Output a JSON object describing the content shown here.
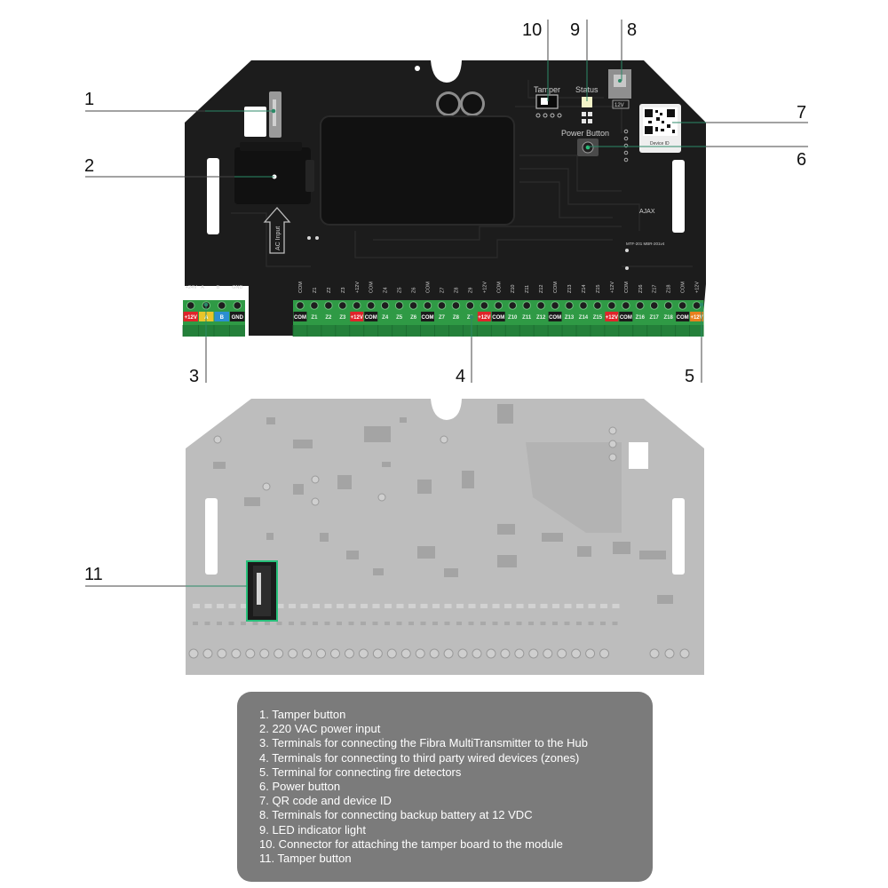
{
  "callouts": {
    "c1": "1",
    "c2": "2",
    "c3": "3",
    "c4": "4",
    "c5": "5",
    "c6": "6",
    "c7": "7",
    "c8": "8",
    "c9": "9",
    "c10": "10",
    "c11": "11"
  },
  "board_labels": {
    "tamper": "Tamper",
    "status": "Status",
    "power_button": "Power Button",
    "device_id": "Device ID",
    "ac_input": "AC Input",
    "battery": "12V",
    "brand": "AJAX",
    "model": "MTF-201 MBR-201v4"
  },
  "header_left": [
    "+24V",
    "A",
    "B",
    "GND"
  ],
  "terminals_left": [
    {
      "label": "+12V",
      "color": "#e0242a"
    },
    {
      "label": "A",
      "color": "#e9c52a"
    },
    {
      "label": "B",
      "color": "#2b8fd1"
    },
    {
      "label": "GND",
      "color": "#1a1a1a"
    }
  ],
  "header_right": [
    "COM",
    "Z1",
    "Z2",
    "Z3",
    "+12V",
    "COM",
    "Z4",
    "Z5",
    "Z6",
    "COM",
    "Z7",
    "Z8",
    "Z9",
    "+12V",
    "COM",
    "Z10",
    "Z11",
    "Z12",
    "COM",
    "Z13",
    "Z14",
    "Z15",
    "+12V",
    "COM",
    "Z16",
    "Z17",
    "Z18",
    "COM",
    "+12V"
  ],
  "terminals_right": [
    {
      "label": "COM",
      "color": "#1a1a1a"
    },
    {
      "label": "Z1",
      "color": ""
    },
    {
      "label": "Z2",
      "color": ""
    },
    {
      "label": "Z3",
      "color": ""
    },
    {
      "label": "+12V",
      "color": "#e0242a"
    },
    {
      "label": "COM",
      "color": "#1a1a1a"
    },
    {
      "label": "Z4",
      "color": ""
    },
    {
      "label": "Z5",
      "color": ""
    },
    {
      "label": "Z6",
      "color": ""
    },
    {
      "label": "COM",
      "color": "#1a1a1a"
    },
    {
      "label": "Z7",
      "color": ""
    },
    {
      "label": "Z8",
      "color": ""
    },
    {
      "label": "Z9",
      "color": ""
    },
    {
      "label": "+12V",
      "color": "#e0242a"
    },
    {
      "label": "COM",
      "color": "#1a1a1a"
    },
    {
      "label": "Z10",
      "color": ""
    },
    {
      "label": "Z11",
      "color": ""
    },
    {
      "label": "Z12",
      "color": ""
    },
    {
      "label": "COM",
      "color": "#1a1a1a"
    },
    {
      "label": "Z13",
      "color": ""
    },
    {
      "label": "Z14",
      "color": ""
    },
    {
      "label": "Z15",
      "color": ""
    },
    {
      "label": "+12V",
      "color": "#e0242a"
    },
    {
      "label": "COM",
      "color": "#1a1a1a"
    },
    {
      "label": "Z16",
      "color": ""
    },
    {
      "label": "Z17",
      "color": ""
    },
    {
      "label": "Z18",
      "color": ""
    },
    {
      "label": "COM",
      "color": "#1a1a1a"
    },
    {
      "label": "+12V",
      "color": "#e8801e"
    }
  ],
  "legend": [
    "1. Tamper button",
    "2. 220 VAC power input",
    "3. Terminals for connecting the Fibra MultiTransmitter to the Hub",
    "4. Terminals for connecting to third party wired devices (zones)",
    "5. Terminal for connecting fire detectors",
    "6. Power button",
    "7. QR code and device ID",
    "8. Terminals for connecting backup battery at 12 VDC",
    "9. LED indicator light",
    "10. Connector for attaching the tamper board to the module",
    "11. Tamper button"
  ],
  "colors": {
    "board": "#1c1c1c",
    "board_back": "#bdbdbd",
    "terminal_green": "#2f9a45",
    "leader_line": "#2c8a68",
    "highlight": "#27c07a",
    "legend_bg": "#7b7b7b"
  }
}
